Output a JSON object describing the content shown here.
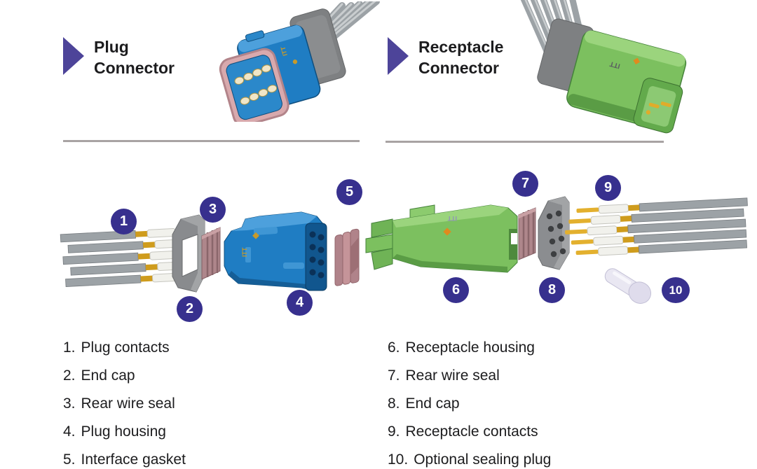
{
  "header": {
    "plug": {
      "line1": "Plug",
      "line2": "Connector"
    },
    "receptacle": {
      "line1": "Receptacle",
      "line2": "Connector"
    }
  },
  "diagram": {
    "brand_marking": "ITT",
    "badges": [
      {
        "num": "1",
        "part": "Plug contacts"
      },
      {
        "num": "2",
        "part": "End cap"
      },
      {
        "num": "3",
        "part": "Rear wire seal"
      },
      {
        "num": "4",
        "part": "Plug housing"
      },
      {
        "num": "5",
        "part": "Interface gasket"
      },
      {
        "num": "6",
        "part": "Receptacle housing"
      },
      {
        "num": "7",
        "part": "Rear wire seal"
      },
      {
        "num": "8",
        "part": "End cap"
      },
      {
        "num": "9",
        "part": "Receptacle contacts"
      },
      {
        "num": "10",
        "part": "Optional sealing plug"
      }
    ]
  },
  "parts_list": {
    "left": [
      {
        "num": "1.",
        "label": "Plug contacts"
      },
      {
        "num": "2.",
        "label": "End cap"
      },
      {
        "num": "3.",
        "label": "Rear wire seal"
      },
      {
        "num": "4.",
        "label": "Plug housing"
      },
      {
        "num": "5.",
        "label": "Interface gasket"
      }
    ],
    "right": [
      {
        "num": "6.",
        "label": "Receptacle housing"
      },
      {
        "num": "7.",
        "label": "Rear wire seal"
      },
      {
        "num": "8.",
        "label": "End cap"
      },
      {
        "num": "9.",
        "label": "Receptacle contacts"
      },
      {
        "num": "10.",
        "label": "Optional sealing plug"
      }
    ]
  },
  "colors": {
    "badge_indigo": "#37308E",
    "arrow_purple": "#4D4499",
    "divider_gray": "#A8A3A3",
    "plug_blue": "#1F7DC3",
    "receptacle_green": "#7CC05F",
    "seal_mauve": "#AE868B",
    "end_cap_gray": "#8B8D90",
    "contact_gold": "#D9A41F",
    "wire_gray": "#9CA2A6",
    "gasket_pink": "#C59499",
    "sealing_plug_white": "#E9E7F2",
    "text": "#1C1C1E"
  }
}
